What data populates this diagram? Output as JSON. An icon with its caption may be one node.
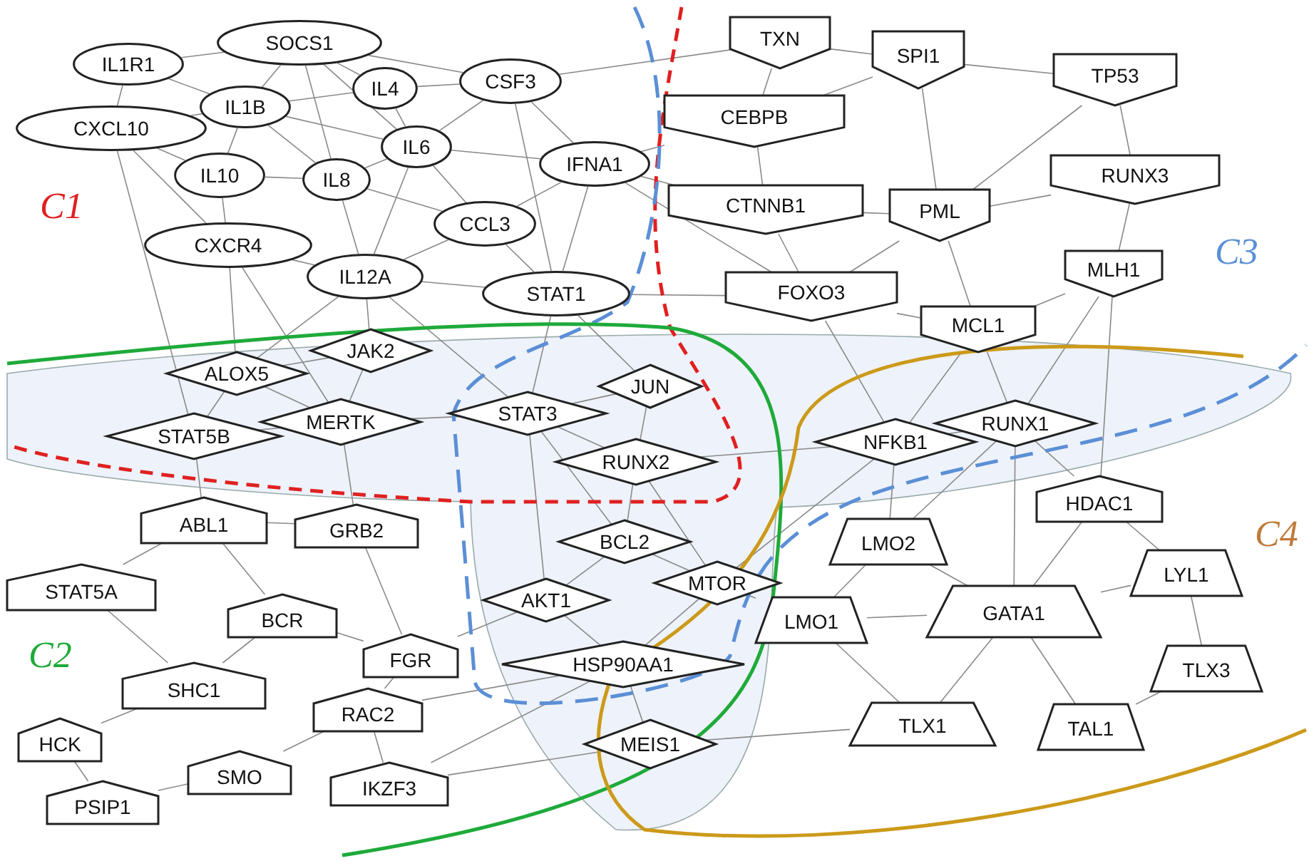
{
  "diagram": {
    "nodes": [
      {
        "text": [
          "IL1R1"
        ]
      },
      {
        "text": [
          "SOCS1"
        ]
      },
      {
        "text": [
          "IL4"
        ]
      },
      {
        "text": [
          "CSF3"
        ]
      },
      {
        "text": [
          "CXCL10"
        ]
      },
      {
        "text": [
          "IL1B"
        ]
      },
      {
        "text": [
          "IL6"
        ]
      },
      {
        "text": [
          "IFNA1"
        ]
      },
      {
        "text": [
          "IL10"
        ]
      },
      {
        "text": [
          "IL8"
        ]
      },
      {
        "text": [
          "CCL3"
        ]
      },
      {
        "text": [
          "CXCR4"
        ]
      },
      {
        "text": [
          "IL12A"
        ]
      },
      {
        "text": [
          "STAT1"
        ]
      },
      {
        "text": [
          "TXN"
        ]
      },
      {
        "text": [
          "SPI1"
        ]
      },
      {
        "text": [
          "TP53"
        ]
      },
      {
        "text": [
          "CEBPB"
        ]
      },
      {
        "text": [
          "CTNNB1"
        ]
      },
      {
        "text": [
          "PML"
        ]
      },
      {
        "text": [
          "RUNX3"
        ]
      },
      {
        "text": [
          "MLH1"
        ]
      },
      {
        "text": [
          "FOXO3"
        ]
      },
      {
        "text": [
          "MCL1"
        ]
      },
      {
        "text": [
          "ALOX5"
        ]
      },
      {
        "text": [
          "JAK2"
        ]
      },
      {
        "text": [
          "STAT5B"
        ]
      },
      {
        "text": [
          "MERTK"
        ]
      },
      {
        "text": [
          "STAT3"
        ]
      },
      {
        "text": [
          "JUN"
        ]
      },
      {
        "text": [
          "RUNX2"
        ]
      },
      {
        "text": [
          "NFKB1"
        ]
      },
      {
        "text": [
          "RUNX1"
        ]
      },
      {
        "text": [
          "HDAC1"
        ]
      },
      {
        "text": [
          "BCL2"
        ]
      },
      {
        "text": [
          "MTOR"
        ]
      },
      {
        "text": [
          "AKT1"
        ]
      },
      {
        "text": [
          "HSP90AA1"
        ]
      },
      {
        "text": [
          "MEIS1"
        ]
      },
      {
        "text": [
          "ABL1"
        ]
      },
      {
        "text": [
          "GRB2"
        ]
      },
      {
        "text": [
          "STAT5A"
        ]
      },
      {
        "text": [
          "BCR"
        ]
      },
      {
        "text": [
          "FGR"
        ]
      },
      {
        "text": [
          "SHC1"
        ]
      },
      {
        "text": [
          "RAC2"
        ]
      },
      {
        "text": [
          "HCK"
        ]
      },
      {
        "text": [
          "SMO"
        ]
      },
      {
        "text": [
          "IKZF3"
        ]
      },
      {
        "text": [
          "PSIP1"
        ]
      },
      {
        "text": [
          "LMO2"
        ]
      },
      {
        "text": [
          "LMO1"
        ]
      },
      {
        "text": [
          "GATA1"
        ]
      },
      {
        "text": [
          "LYL1"
        ]
      },
      {
        "text": [
          "TLX3"
        ]
      },
      {
        "text": [
          "TLX1"
        ]
      },
      {
        "text": [
          "TAL1"
        ]
      }
    ],
    "edges": [
      {
        "from": 0,
        "to": 1,
        "arrow": "none"
      },
      {
        "from": 0,
        "to": 5,
        "arrow": "none"
      },
      {
        "from": 0,
        "to": 4,
        "arrow": "none"
      },
      {
        "from": 1,
        "to": 2,
        "arrow": "none"
      },
      {
        "from": 1,
        "to": 5,
        "arrow": "none"
      },
      {
        "from": 1,
        "to": 3,
        "arrow": "none"
      },
      {
        "from": 2,
        "to": 5,
        "arrow": "none"
      },
      {
        "from": 2,
        "to": 6,
        "arrow": "none"
      },
      {
        "from": 3,
        "to": 6,
        "arrow": "none"
      },
      {
        "from": 3,
        "to": 7,
        "arrow": "none"
      },
      {
        "from": 4,
        "to": 5,
        "arrow": "none"
      },
      {
        "from": 4,
        "to": 8,
        "arrow": "none"
      },
      {
        "from": 5,
        "to": 8,
        "arrow": "none"
      },
      {
        "from": 5,
        "to": 9,
        "arrow": "none"
      },
      {
        "from": 5,
        "to": 6,
        "arrow": "none"
      },
      {
        "from": 6,
        "to": 9,
        "arrow": "none"
      },
      {
        "from": 6,
        "to": 10,
        "arrow": "none"
      },
      {
        "from": 6,
        "to": 7,
        "arrow": "none"
      },
      {
        "from": 7,
        "to": 10,
        "arrow": "none"
      },
      {
        "from": 8,
        "to": 9,
        "arrow": "none"
      },
      {
        "from": 8,
        "to": 11,
        "arrow": "none"
      },
      {
        "from": 9,
        "to": 12,
        "arrow": "none"
      },
      {
        "from": 9,
        "to": 10,
        "arrow": "none"
      },
      {
        "from": 10,
        "to": 13,
        "arrow": "none"
      },
      {
        "from": 11,
        "to": 12,
        "arrow": "none"
      },
      {
        "from": 12,
        "to": 13,
        "arrow": "none"
      },
      {
        "from": 3,
        "to": 13,
        "arrow": "none"
      },
      {
        "from": 7,
        "to": 13,
        "arrow": "none"
      },
      {
        "from": 1,
        "to": 9,
        "arrow": "none"
      },
      {
        "from": 1,
        "to": 6,
        "arrow": "none"
      },
      {
        "from": 4,
        "to": 11,
        "arrow": "none"
      },
      {
        "from": 2,
        "to": 3,
        "arrow": "none"
      },
      {
        "from": 13,
        "to": 28,
        "arrow": "none"
      },
      {
        "from": 7,
        "to": 17,
        "arrow": "none"
      },
      {
        "from": 7,
        "to": 18,
        "arrow": "none"
      },
      {
        "from": 12,
        "to": 25,
        "arrow": "none"
      },
      {
        "from": 11,
        "to": 24,
        "arrow": "none"
      },
      {
        "from": 10,
        "to": 12,
        "arrow": "none"
      },
      {
        "from": 13,
        "to": 29,
        "arrow": "none"
      },
      {
        "from": 6,
        "to": 12,
        "arrow": "none"
      },
      {
        "from": 3,
        "to": 14,
        "arrow": "none"
      },
      {
        "from": 4,
        "to": 26,
        "arrow": "none"
      },
      {
        "from": 11,
        "to": 27,
        "arrow": "none"
      },
      {
        "from": 12,
        "to": 24,
        "arrow": "none"
      },
      {
        "from": 24,
        "to": 27,
        "arrow": "none"
      },
      {
        "from": 13,
        "to": 22,
        "arrow": "none"
      },
      {
        "from": 7,
        "to": 22,
        "arrow": "none"
      },
      {
        "from": 12,
        "to": 28,
        "arrow": "none"
      },
      {
        "from": 14,
        "to": 15,
        "arrow": "none"
      },
      {
        "from": 14,
        "to": 17,
        "arrow": "none"
      },
      {
        "from": 15,
        "to": 16,
        "arrow": "none"
      },
      {
        "from": 15,
        "to": 17,
        "arrow": "none"
      },
      {
        "from": 16,
        "to": 20,
        "arrow": "none"
      },
      {
        "from": 17,
        "to": 18,
        "arrow": "none"
      },
      {
        "from": 18,
        "to": 19,
        "arrow": "none"
      },
      {
        "from": 19,
        "to": 20,
        "arrow": "none"
      },
      {
        "from": 20,
        "to": 21,
        "arrow": "none"
      },
      {
        "from": 19,
        "to": 22,
        "arrow": "none"
      },
      {
        "from": 18,
        "to": 22,
        "arrow": "none"
      },
      {
        "from": 22,
        "to": 23,
        "arrow": "none"
      },
      {
        "from": 21,
        "to": 23,
        "arrow": "none"
      },
      {
        "from": 16,
        "to": 19,
        "arrow": "none"
      },
      {
        "from": 15,
        "to": 19,
        "arrow": "none"
      },
      {
        "from": 23,
        "to": 32,
        "arrow": "none"
      },
      {
        "from": 22,
        "to": 31,
        "arrow": "none"
      },
      {
        "from": 23,
        "to": 31,
        "arrow": "none"
      },
      {
        "from": 19,
        "to": 23,
        "arrow": "none"
      },
      {
        "from": 21,
        "to": 32,
        "arrow": "none"
      },
      {
        "from": 21,
        "to": 33,
        "arrow": "none"
      },
      {
        "from": 24,
        "to": 25,
        "arrow": "none"
      },
      {
        "from": 24,
        "to": 26,
        "arrow": "none"
      },
      {
        "from": 25,
        "to": 27,
        "arrow": "none"
      },
      {
        "from": 26,
        "to": 27,
        "arrow": "none"
      },
      {
        "from": 27,
        "to": 28,
        "arrow": "none"
      },
      {
        "from": 28,
        "to": 29,
        "arrow": "none"
      },
      {
        "from": 28,
        "to": 30,
        "arrow": "none"
      },
      {
        "from": 29,
        "to": 30,
        "arrow": "none"
      },
      {
        "from": 30,
        "to": 31,
        "arrow": "none"
      },
      {
        "from": 31,
        "to": 32,
        "arrow": "none"
      },
      {
        "from": 32,
        "to": 33,
        "arrow": "none"
      },
      {
        "from": 30,
        "to": 34,
        "arrow": "none"
      },
      {
        "from": 34,
        "to": 35,
        "arrow": "none"
      },
      {
        "from": 34,
        "to": 36,
        "arrow": "none"
      },
      {
        "from": 35,
        "to": 37,
        "arrow": "none"
      },
      {
        "from": 36,
        "to": 37,
        "arrow": "none"
      },
      {
        "from": 37,
        "to": 38,
        "arrow": "none"
      },
      {
        "from": 28,
        "to": 34,
        "arrow": "none"
      },
      {
        "from": 30,
        "to": 35,
        "arrow": "none"
      },
      {
        "from": 31,
        "to": 35,
        "arrow": "none"
      },
      {
        "from": 27,
        "to": 40,
        "arrow": "none"
      },
      {
        "from": 26,
        "to": 39,
        "arrow": "none"
      },
      {
        "from": 39,
        "to": 40,
        "arrow": "none"
      },
      {
        "from": 39,
        "to": 41,
        "arrow": "none"
      },
      {
        "from": 39,
        "to": 42,
        "arrow": "none"
      },
      {
        "from": 40,
        "to": 43,
        "arrow": "none"
      },
      {
        "from": 42,
        "to": 44,
        "arrow": "none"
      },
      {
        "from": 41,
        "to": 44,
        "arrow": "none"
      },
      {
        "from": 44,
        "to": 46,
        "arrow": "none"
      },
      {
        "from": 46,
        "to": 49,
        "arrow": "none"
      },
      {
        "from": 49,
        "to": 47,
        "arrow": "none"
      },
      {
        "from": 47,
        "to": 45,
        "arrow": "none"
      },
      {
        "from": 45,
        "to": 48,
        "arrow": "none"
      },
      {
        "from": 43,
        "to": 45,
        "arrow": "none"
      },
      {
        "from": 43,
        "to": 42,
        "arrow": "none"
      },
      {
        "from": 36,
        "to": 43,
        "arrow": "none"
      },
      {
        "from": 37,
        "to": 45,
        "arrow": "none"
      },
      {
        "from": 37,
        "to": 48,
        "arrow": "none"
      },
      {
        "from": 38,
        "to": 48,
        "arrow": "none"
      },
      {
        "from": 28,
        "to": 36,
        "arrow": "none"
      },
      {
        "from": 31,
        "to": 50,
        "arrow": "none"
      },
      {
        "from": 50,
        "to": 51,
        "arrow": "none"
      },
      {
        "from": 50,
        "to": 52,
        "arrow": "none"
      },
      {
        "from": 51,
        "to": 52,
        "arrow": "none"
      },
      {
        "from": 52,
        "to": 53,
        "arrow": "none"
      },
      {
        "from": 53,
        "to": 54,
        "arrow": "none"
      },
      {
        "from": 52,
        "to": 55,
        "arrow": "none"
      },
      {
        "from": 52,
        "to": 56,
        "arrow": "none"
      },
      {
        "from": 56,
        "to": 54,
        "arrow": "none"
      },
      {
        "from": 55,
        "to": 51,
        "arrow": "none"
      },
      {
        "from": 32,
        "to": 50,
        "arrow": "none"
      },
      {
        "from": 33,
        "to": 53,
        "arrow": "none"
      },
      {
        "from": 33,
        "to": 52,
        "arrow": "none"
      },
      {
        "from": 35,
        "to": 51,
        "arrow": "none"
      },
      {
        "from": 38,
        "to": 55,
        "arrow": "none"
      },
      {
        "from": 32,
        "to": 52,
        "arrow": "none"
      }
    ],
    "labels": [
      "C1",
      "C3",
      "C4",
      "C2"
    ]
  }
}
